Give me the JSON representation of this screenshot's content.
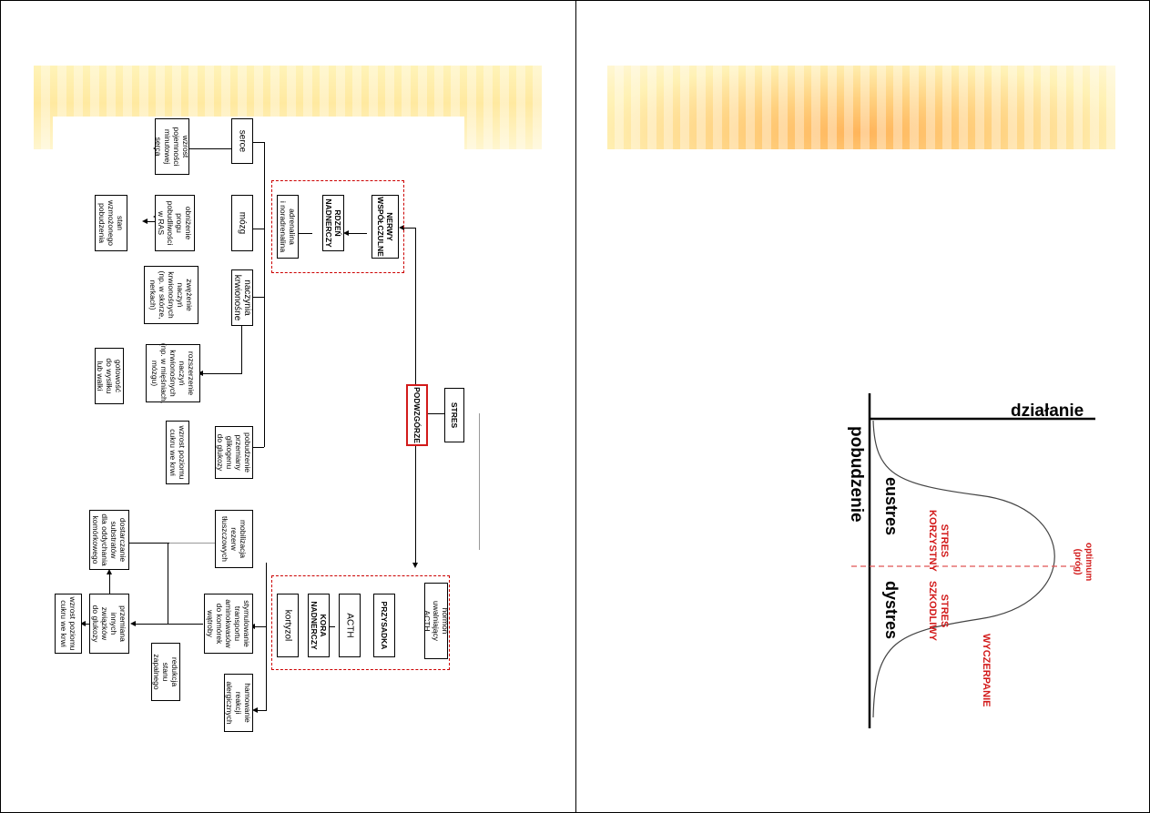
{
  "flowchart": {
    "stres": "STRES",
    "podwzgorze": "PODWZGÓRZE",
    "nerwy": "NERWY\nWSPÓŁCZULNE",
    "rdzen": "RDZEŃ\nNADNERCZY",
    "adrenalina": "adrenalina\ni noradrenalina",
    "serce": "serce",
    "mozg": "mózg",
    "naczynia": "naczynia\nkrwionośne",
    "wzrost_pojemnosci": "wzrost\npojemności\nminutowej\nserca",
    "obnizenie_progu": "obniżenie\nprogu\npobudliwości\nw RAS",
    "stan_pobudzenia": "stan\nwzmożonego\npobudzenia",
    "zwezenie": "zwężenie\nnaczyń\nkrwionośnych\n(np. w skórze,\nnerkach)",
    "rozszerzenie": "rozszerzenie\nnaczyń\nkrwionośnych\n(np. w mięśniach,\nmózgu)",
    "gotowosc": "gotowość\ndo wysiłku\nlub walki",
    "pobudzenie_glikogen": "pobudzenie\nprzemiany\nglikogenu\ndo glukozy",
    "wzrost_glukozy_1": "wzrost poziomu\ncukru we krwi",
    "hormon": "hormon\nuwalniający\nACTH",
    "przysadka": "PRZYSADKA",
    "acth": "ACTH",
    "kora": "KORA\nNADNERCZY",
    "kortyzol": "kortyzol",
    "mobilizacja": "mobilizacja\nrezerw\ntłuszczowych",
    "dostarczanie": "dostarczanie\nsubstratów\ndla oddychania\nkomórkowego",
    "stymulowanie": "stymulowanie\ntransportu\naminokwasów\ndo komórek\nwątroby",
    "przemiana": "przemiana\ninnych\nzwiązków\ndo glukozy",
    "wzrost_glukozy_2": "wzrost poziomu\ncukru we krwi",
    "redukcja": "redukcja\nstanu\nzapalnego",
    "hamowanie": "hamowanie\nreakcji\nalergicznych"
  },
  "curve": {
    "x_label": "pobudzenie",
    "y_label": "działanie",
    "eustres": "eustres",
    "dystres": "dystres",
    "stres_korzystny": "STRES\nKORZYSTNY",
    "stres_szkodliwy": "STRES\nSZKODLIWY",
    "optimum": "optimum\n(próg)",
    "wyczerpanie": "WYCZERPANIE",
    "accent_color": "#d21a1a"
  }
}
